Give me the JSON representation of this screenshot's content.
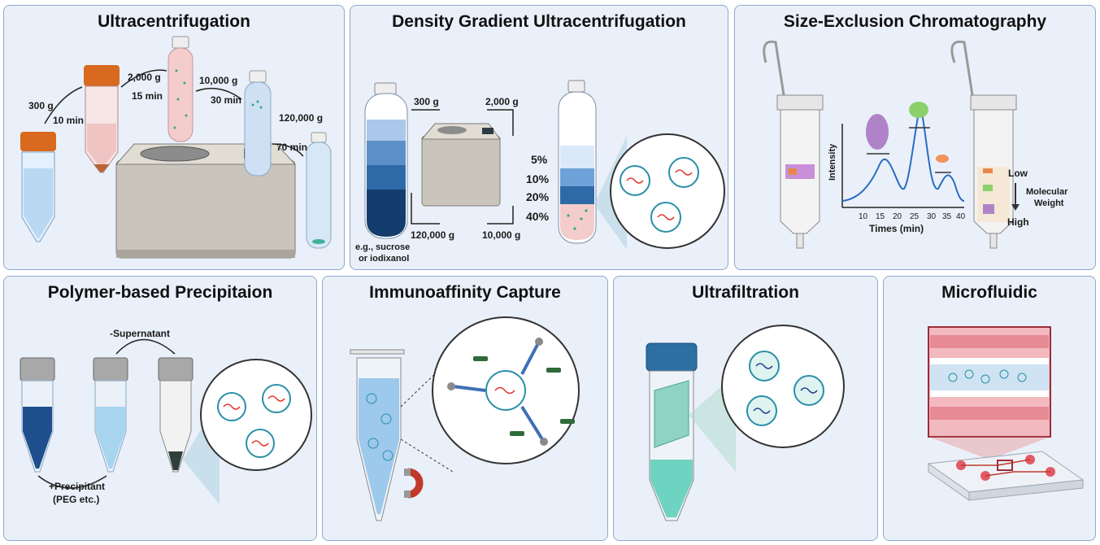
{
  "panels": {
    "ultracentrifugation": {
      "title": "Ultracentrifugation",
      "steps": [
        {
          "speed": "300 g",
          "time": "10 min"
        },
        {
          "speed": "2,000 g",
          "time": "15 min"
        },
        {
          "speed": "10,000 g",
          "time": "30 min"
        },
        {
          "speed": "120,000 g",
          "time": "70 min"
        }
      ]
    },
    "density_gradient": {
      "title": "Density Gradient Ultracentrifugation",
      "speeds": [
        "300 g",
        "2,000 g",
        "10,000 g",
        "120,000 g"
      ],
      "note_line1": "e.g., sucrose",
      "note_line2": "or iodixanol",
      "gradient": [
        "5%",
        "10%",
        "20%",
        "40%"
      ]
    },
    "sec": {
      "title": "Size-Exclusion Chromatography",
      "ylabel": "Intensity",
      "xlabel": "Times (min)",
      "xticks": [
        "10",
        "15",
        "20",
        "25",
        "30",
        "35",
        "40"
      ],
      "low": "Low",
      "high": "High",
      "mw_line1": "Molecular",
      "mw_line2": "Weight"
    },
    "polymer": {
      "title": "Polymer-based Precipitaion",
      "supernatant": "-Supernatant",
      "precip_line1": "+Precipitant",
      "precip_line2": "(PEG etc.)"
    },
    "immuno": {
      "title": "Immunoaffinity Capture"
    },
    "ultrafiltration": {
      "title": "Ultrafiltration"
    },
    "microfluidic": {
      "title": "Microfluidic"
    }
  },
  "colors": {
    "panel_bg": "#eaf0f9",
    "panel_border": "#8fa9cf",
    "orange_cap": "#d9691f",
    "teal": "#6fd3c2",
    "ev_membrane": "#2a8fa8",
    "rna": "#e0352b",
    "navy": "#1f4e79"
  }
}
